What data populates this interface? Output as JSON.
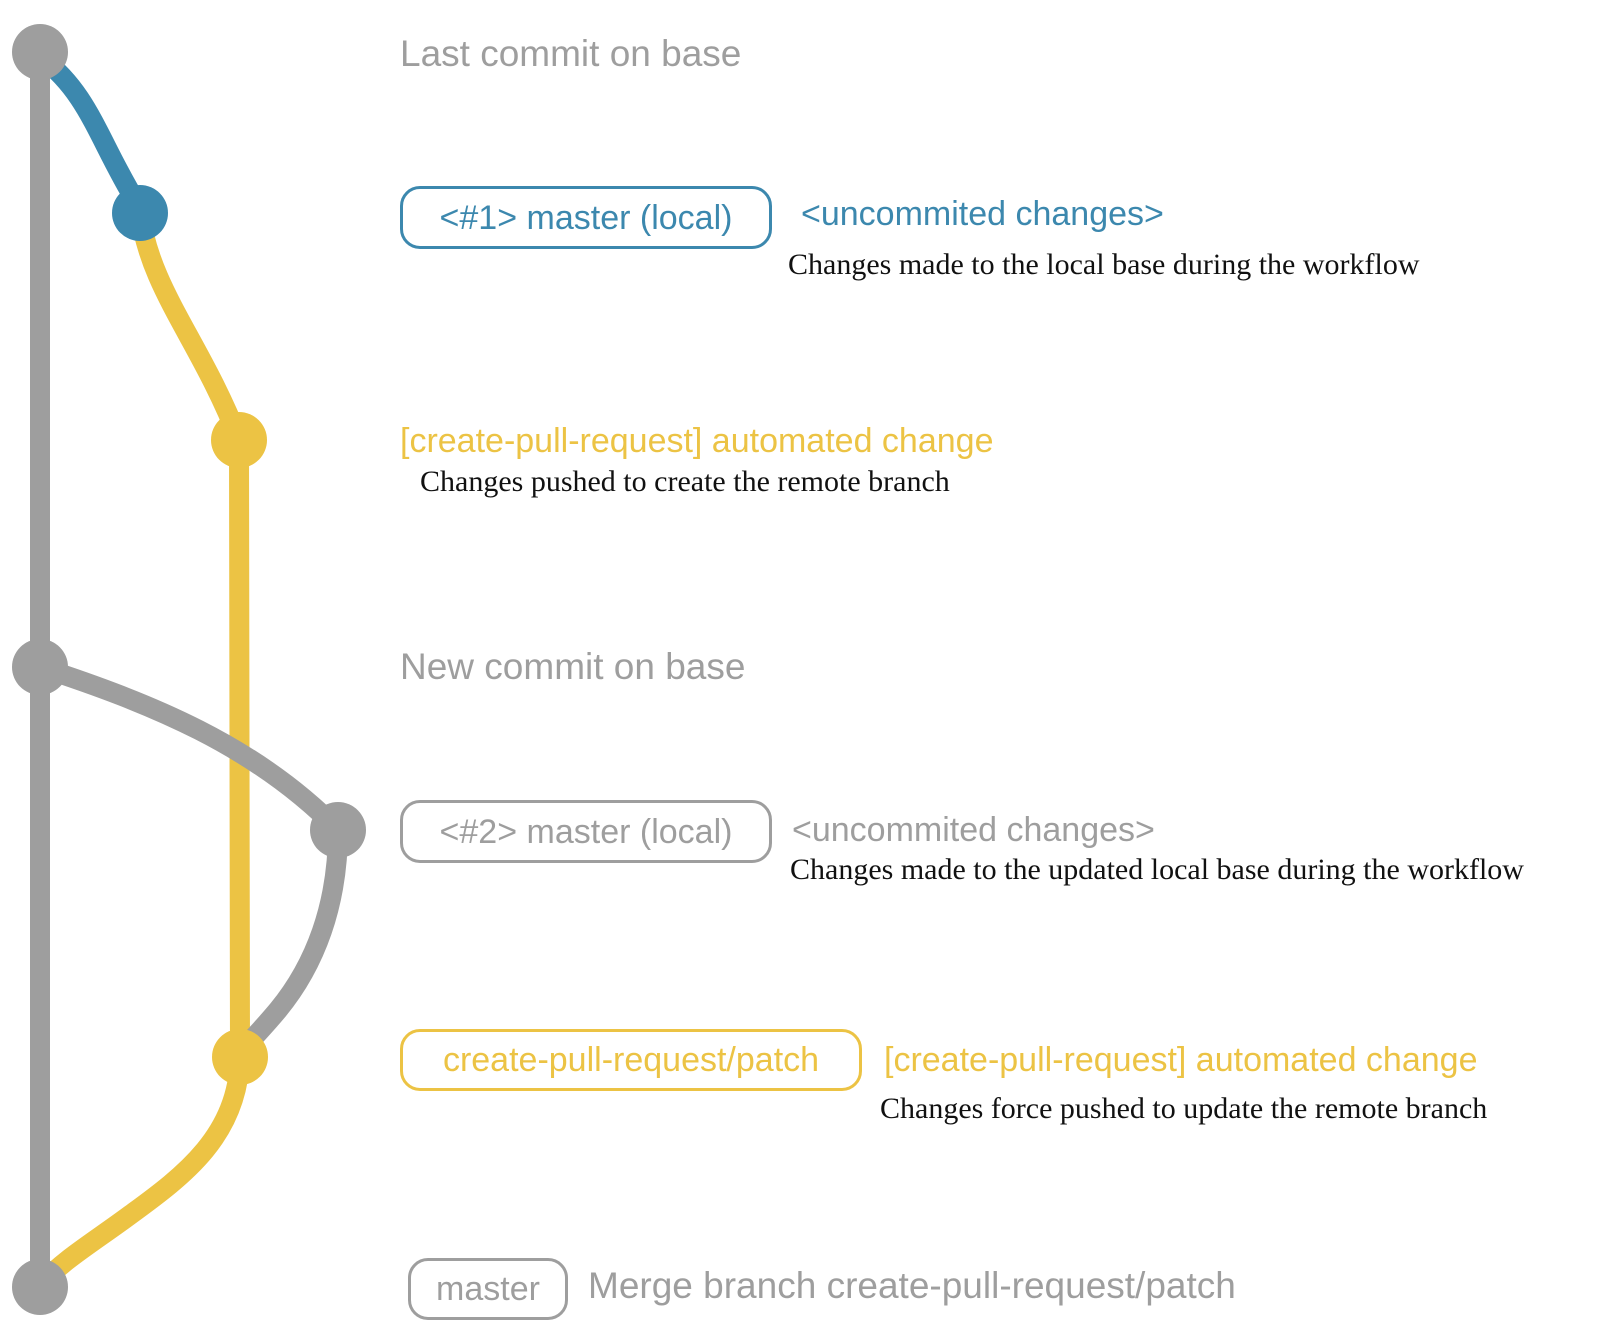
{
  "colors": {
    "gray": "#9e9e9e",
    "blue": "#3c88ae",
    "yellow": "#ecc344",
    "ink": "#111111"
  },
  "notes": {
    "last_base": "Last commit on base",
    "new_base": "New commit on base"
  },
  "row1": {
    "badge": "<#1> master (local)",
    "message": "<uncommited changes>",
    "description": "Changes made to the local base during the workflow"
  },
  "row2": {
    "message": "[create-pull-request] automated change",
    "description": "Changes pushed to create the remote branch"
  },
  "row3": {
    "badge": "<#2> master (local)",
    "message": "<uncommited changes>",
    "description": "Changes made to the updated local base during the workflow"
  },
  "row4": {
    "badge": "create-pull-request/patch",
    "message": "[create-pull-request] automated change",
    "description": "Changes force pushed to update the remote branch"
  },
  "row5": {
    "badge": "master",
    "message": "Merge branch create-pull-request/patch"
  }
}
